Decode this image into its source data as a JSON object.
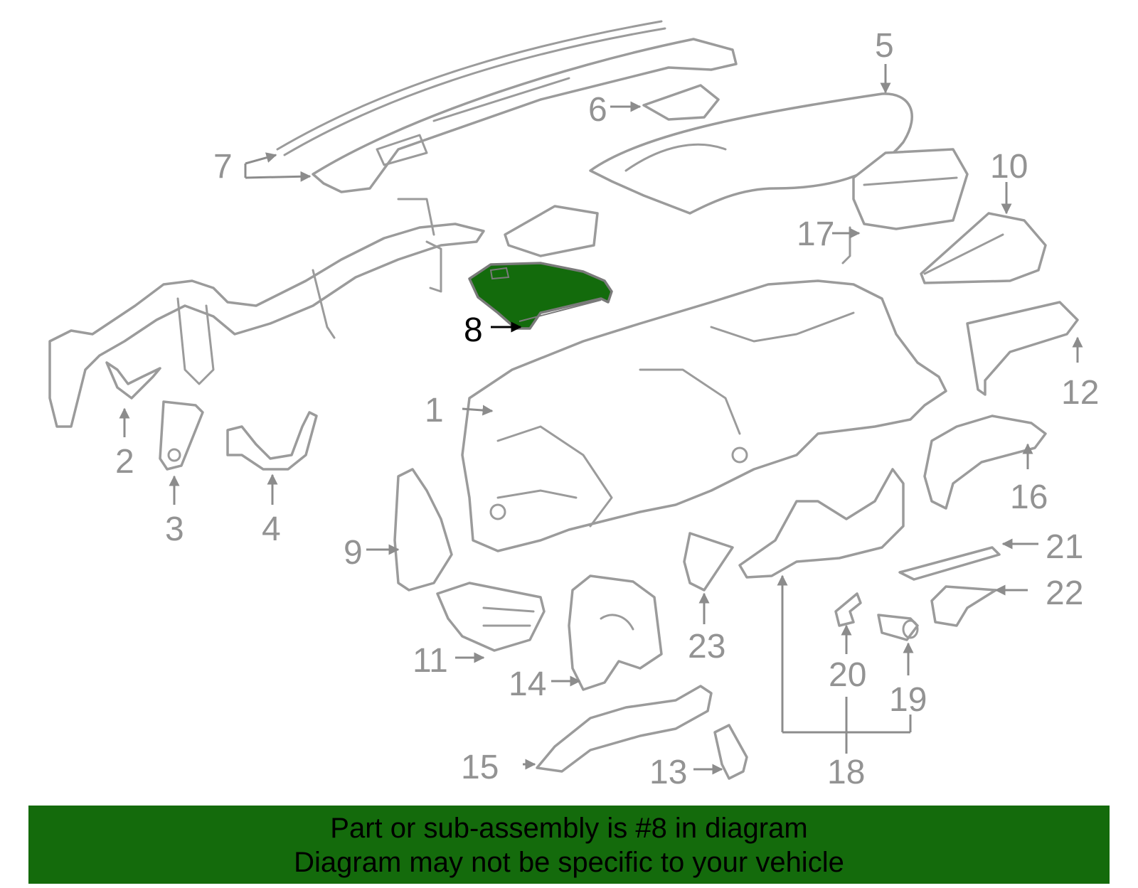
{
  "diagram": {
    "highlight_color": "#146b0c",
    "highlighted_part": "8",
    "callouts": [
      "1",
      "2",
      "3",
      "4",
      "5",
      "6",
      "7",
      "8",
      "9",
      "10",
      "11",
      "12",
      "13",
      "14",
      "15",
      "16",
      "17",
      "18",
      "19",
      "20",
      "21",
      "22",
      "23"
    ]
  },
  "footer": {
    "line1": "Part or sub-assembly is #8 in diagram",
    "line2": "Diagram may not be specific to your vehicle"
  }
}
